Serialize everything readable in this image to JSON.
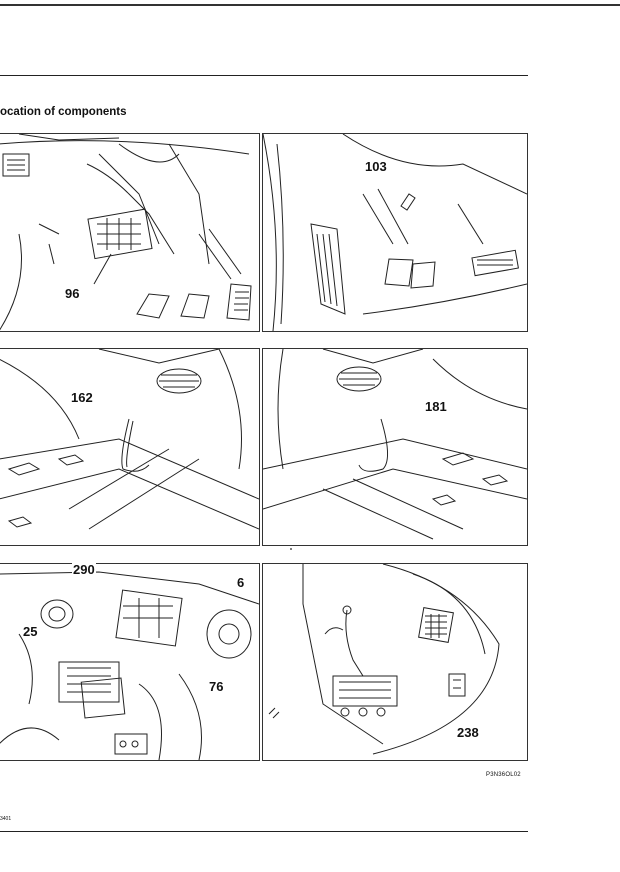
{
  "heading": "ocation of components",
  "callouts": {
    "p1": "96",
    "p2": "103",
    "p3": "162",
    "p4": "181",
    "p5a": "290",
    "p5b": "6",
    "p5c": "25",
    "p5d": "76",
    "p6": "238"
  },
  "figure_code": "P3N36OL02",
  "page_marker": "3401",
  "colors": {
    "ink": "#222222",
    "paper": "#ffffff"
  }
}
